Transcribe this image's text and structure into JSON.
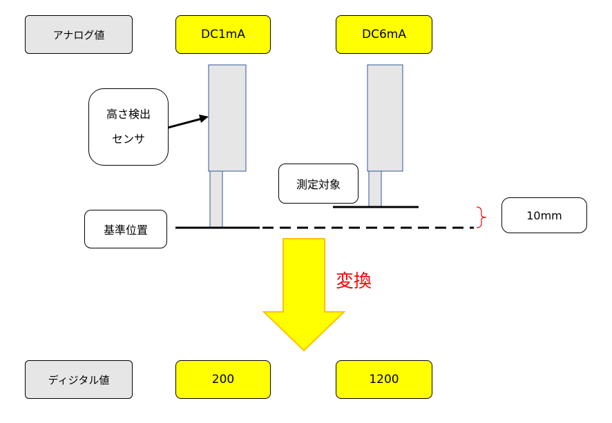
{
  "analog": {
    "label": "アナログ値",
    "left_value": "DC1mA",
    "right_value": "DC6mA"
  },
  "digital": {
    "label": "ディジタル値",
    "left_value": "200",
    "right_value": "1200"
  },
  "callouts": {
    "sensor_line1": "高さ検出",
    "sensor_line2": "センサ",
    "target": "測定対象",
    "reference": "基準位置",
    "distance": "10mm"
  },
  "conversion_label": "変換",
  "colors": {
    "value_box_fill": "#ffff00",
    "label_box_fill": "#e6e6e6",
    "sensor_fill": "#e6e6e6",
    "sensor_outline": "#2f5597",
    "arrow_fill": "#ffff00",
    "arrow_outline": "#ffc000",
    "conversion_text": "#ff0000",
    "bracket": "#ff0000"
  }
}
